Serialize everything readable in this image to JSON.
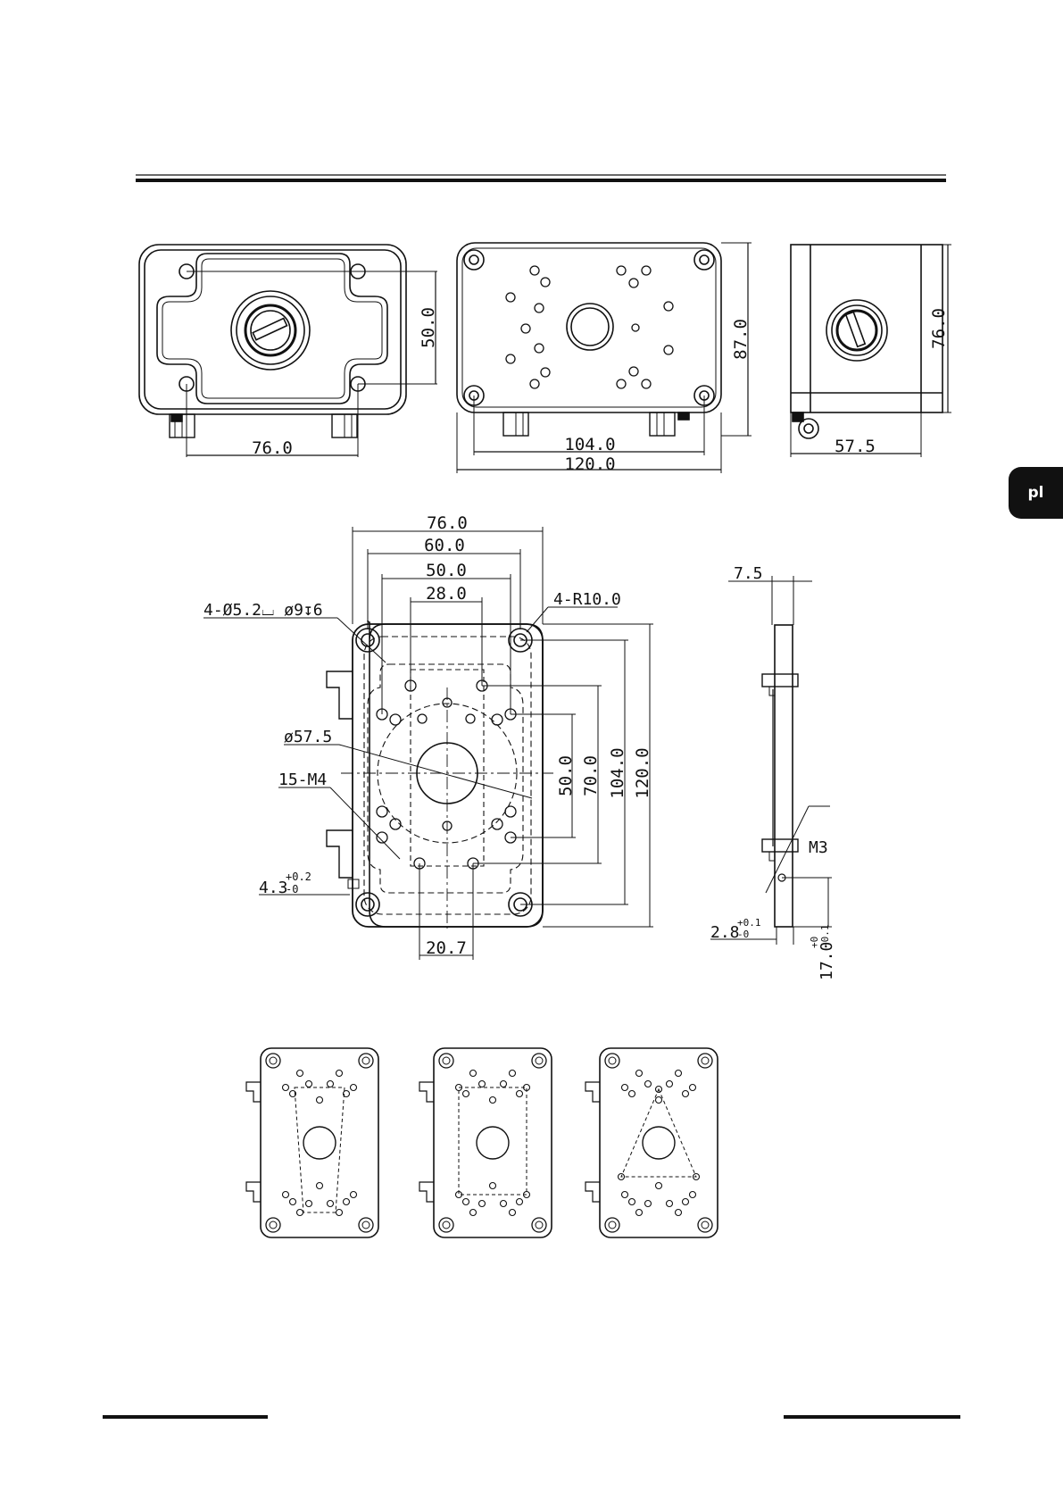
{
  "language_tab": "pl",
  "views": {
    "top_left": {
      "dim_width": "76.0",
      "dim_height": "50.0"
    },
    "top_center": {
      "dim_inner_width": "104.0",
      "dim_outer_width": "120.0",
      "dim_height": "87.0"
    },
    "top_right": {
      "dim_width": "57.5",
      "dim_height": "76.0"
    },
    "main_plate": {
      "dim_76": "76.0",
      "dim_60": "60.0",
      "dim_50_top": "50.0",
      "dim_28": "28.0",
      "hole_callout": "4-Ø5.2⌴ ø9↧6",
      "radius_callout": "4-R10.0",
      "circle_callout": "ø57.5",
      "thread_callout": "15-M4",
      "slot_callout_base": "4.3",
      "slot_callout_upper": "+0.2",
      "slot_callout_lower": "-0",
      "dim_20_7": "20.7",
      "dim_50_side": "50.0",
      "dim_70": "70.0",
      "dim_104": "104.0",
      "dim_120": "120.0"
    },
    "side_profile": {
      "dim_7_5": "7.5",
      "thread_callout": "M3",
      "dim_2_8_base": "2.8",
      "dim_2_8_upper": "+0.1",
      "dim_2_8_lower": "-0",
      "dim_17_base": "17.0",
      "dim_17_upper": "+0",
      "dim_17_lower": "-0.1"
    }
  }
}
